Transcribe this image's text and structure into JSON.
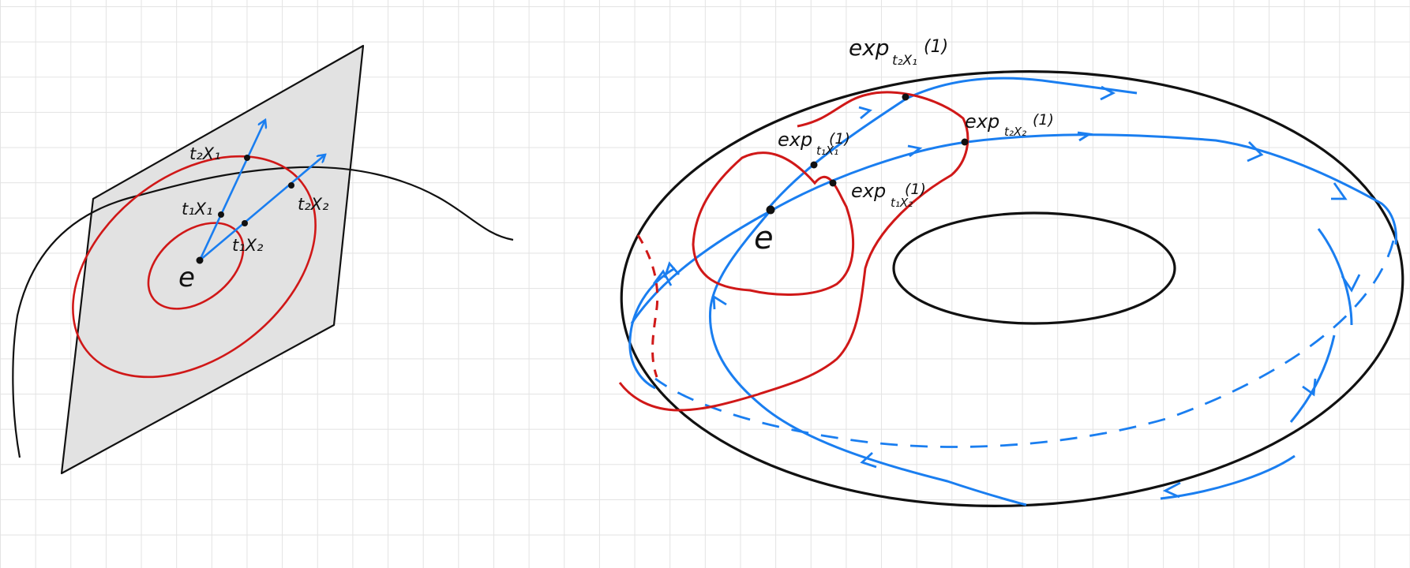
{
  "colors": {
    "ink": "#111111",
    "curve_red": "#d01818",
    "geodesic_blue": "#1a7ef0",
    "tangent_plane_fill": "#e2e2e2",
    "grid": "#e3e3e3"
  },
  "left_panel": {
    "identity": "e",
    "labels": {
      "t1x1": "t₁X₁",
      "t2x1": "t₂X₁",
      "t1x2": "t₁X₂",
      "t2x2": "t₂X₂"
    }
  },
  "right_panel": {
    "identity": "e",
    "labels": {
      "exp_t2x1": "exp",
      "exp_t2x1_sub": "t₂X₁",
      "exp_t2x1_arg": "(1)",
      "exp_t1x1": "exp",
      "exp_t1x1_sub": "t₁X₁",
      "exp_t1x1_arg": "(1)",
      "exp_t2x2": "exp",
      "exp_t2x2_sub": "t₂X₂",
      "exp_t2x2_arg": "(1)",
      "exp_t1x2": "exp",
      "exp_t1x2_sub": "t₁X₂",
      "exp_t1x2_arg": "(1)"
    }
  }
}
